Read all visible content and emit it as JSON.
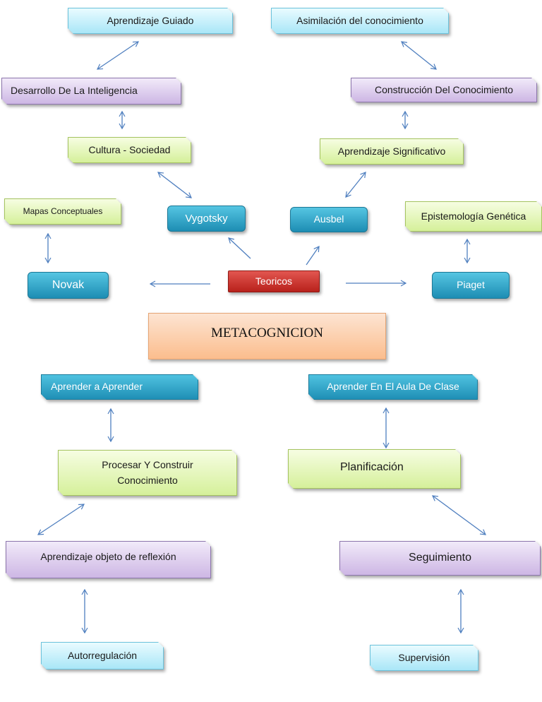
{
  "diagram": {
    "title": "METACOGNICION",
    "colors": {
      "arrow": "#4f7fbf",
      "cyan_box": "#a9e6f7",
      "purple_box": "#cdb6e4",
      "green_box": "#d5f09a",
      "teal_box": "#1f8fb5",
      "red_box": "#c0302a",
      "orange_box": "#fbbd8d"
    },
    "nodes": {
      "aprendizaje_guiado": "Aprendizaje Guiado",
      "asimilacion": "Asimilación del  conocimiento",
      "desarrollo_inteligencia": "Desarrollo De La Inteligencia",
      "construccion_conocimiento": "Construcción Del Conocimiento",
      "cultura_sociedad": "Cultura - Sociedad",
      "aprendizaje_significativo": "Aprendizaje Significativo",
      "mapas_conceptuales": "Mapas Conceptuales",
      "vygotsky": "Vygotsky",
      "ausbel": "Ausbel",
      "epistemologia_genetica": "Epistemología Genética",
      "novak": "Novak",
      "teoricos": "Teoricos",
      "piaget": "Piaget",
      "metacognicion": "METACOGNICION",
      "aprender_a_aprender": "Aprender a Aprender",
      "aprender_aula": "Aprender En El Aula De Clase",
      "procesar_line1": "Procesar Y Construir",
      "procesar_line2": "Conocimiento",
      "planificacion": "Planificación",
      "aprendizaje_reflexion": "Aprendizaje objeto de reflexión",
      "seguimiento": "Seguimiento",
      "autorregulacion": "Autorregulación",
      "supervision": "Supervisión"
    },
    "edges": [
      {
        "from": "aprendizaje_guiado",
        "to": "desarrollo_inteligencia",
        "type": "bidirectional"
      },
      {
        "from": "asimilacion",
        "to": "construccion_conocimiento",
        "type": "bidirectional"
      },
      {
        "from": "desarrollo_inteligencia",
        "to": "cultura_sociedad",
        "type": "bidirectional"
      },
      {
        "from": "construccion_conocimiento",
        "to": "aprendizaje_significativo",
        "type": "bidirectional"
      },
      {
        "from": "cultura_sociedad",
        "to": "vygotsky",
        "type": "bidirectional"
      },
      {
        "from": "aprendizaje_significativo",
        "to": "ausbel",
        "type": "bidirectional"
      },
      {
        "from": "mapas_conceptuales",
        "to": "novak",
        "type": "bidirectional"
      },
      {
        "from": "epistemologia_genetica",
        "to": "piaget",
        "type": "bidirectional"
      },
      {
        "from": "teoricos",
        "to": "vygotsky",
        "type": "directed"
      },
      {
        "from": "teoricos",
        "to": "ausbel",
        "type": "directed"
      },
      {
        "from": "teoricos",
        "to": "novak",
        "type": "directed"
      },
      {
        "from": "teoricos",
        "to": "piaget",
        "type": "directed"
      },
      {
        "from": "aprender_a_aprender",
        "to": "procesar_construir",
        "type": "bidirectional"
      },
      {
        "from": "aprender_aula",
        "to": "planificacion",
        "type": "bidirectional"
      },
      {
        "from": "procesar_construir",
        "to": "aprendizaje_reflexion",
        "type": "bidirectional"
      },
      {
        "from": "planificacion",
        "to": "seguimiento",
        "type": "bidirectional"
      },
      {
        "from": "aprendizaje_reflexion",
        "to": "autorregulacion",
        "type": "bidirectional"
      },
      {
        "from": "seguimiento",
        "to": "supervision",
        "type": "bidirectional"
      }
    ]
  }
}
